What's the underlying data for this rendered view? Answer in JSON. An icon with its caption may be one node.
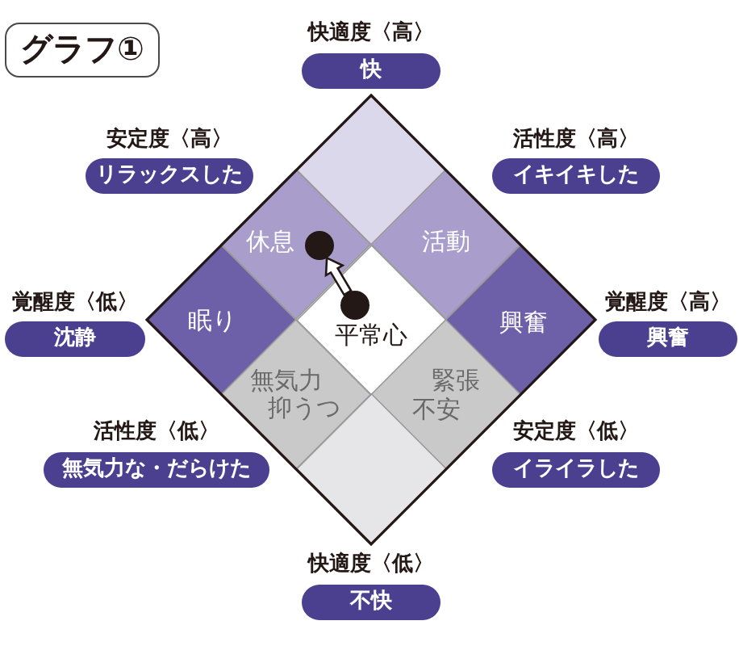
{
  "diagram": {
    "title": "グラフ①",
    "nodes": [
      {
        "text": [
          "快適度〈高〉",
          "快"
        ]
      },
      {
        "text": [
          "安定度〈高〉",
          "リラックスした"
        ]
      },
      {
        "text": [
          "活性度〈高〉",
          "イキイキした"
        ]
      },
      {
        "text": [],
        "shape": "diamond"
      },
      {
        "text": [
          "休息"
        ]
      },
      {
        "text": [
          "活動"
        ]
      },
      {
        "text": [
          "覚醒度〈低〉",
          "沈静"
        ]
      },
      {
        "text": [
          "眠り"
        ]
      },
      {
        "text": [
          "平常心"
        ]
      },
      {
        "text": [
          "興奮"
        ]
      },
      {
        "text": [
          "覚醒度〈高〉",
          "興奮"
        ]
      },
      {
        "text": [
          "無気力",
          "抑うつ"
        ]
      },
      {
        "text": [
          "緊張",
          "不安"
        ]
      },
      {
        "text": [
          "活性度〈低〉",
          "無気力な・だらけた"
        ]
      },
      {
        "text": [
          "安定度〈低〉",
          "イライラした"
        ]
      },
      {
        "text": [],
        "shape": "diamond"
      },
      {
        "text": [
          "快適度〈低〉",
          "不快"
        ]
      },
      {
        "text": [],
        "shape": "circle",
        "in": 4
      },
      {
        "text": [],
        "shape": "circle",
        "in": 8
      }
    ],
    "edges": [
      {
        "from": 18,
        "to": 17,
        "arrow": "to"
      }
    ]
  }
}
